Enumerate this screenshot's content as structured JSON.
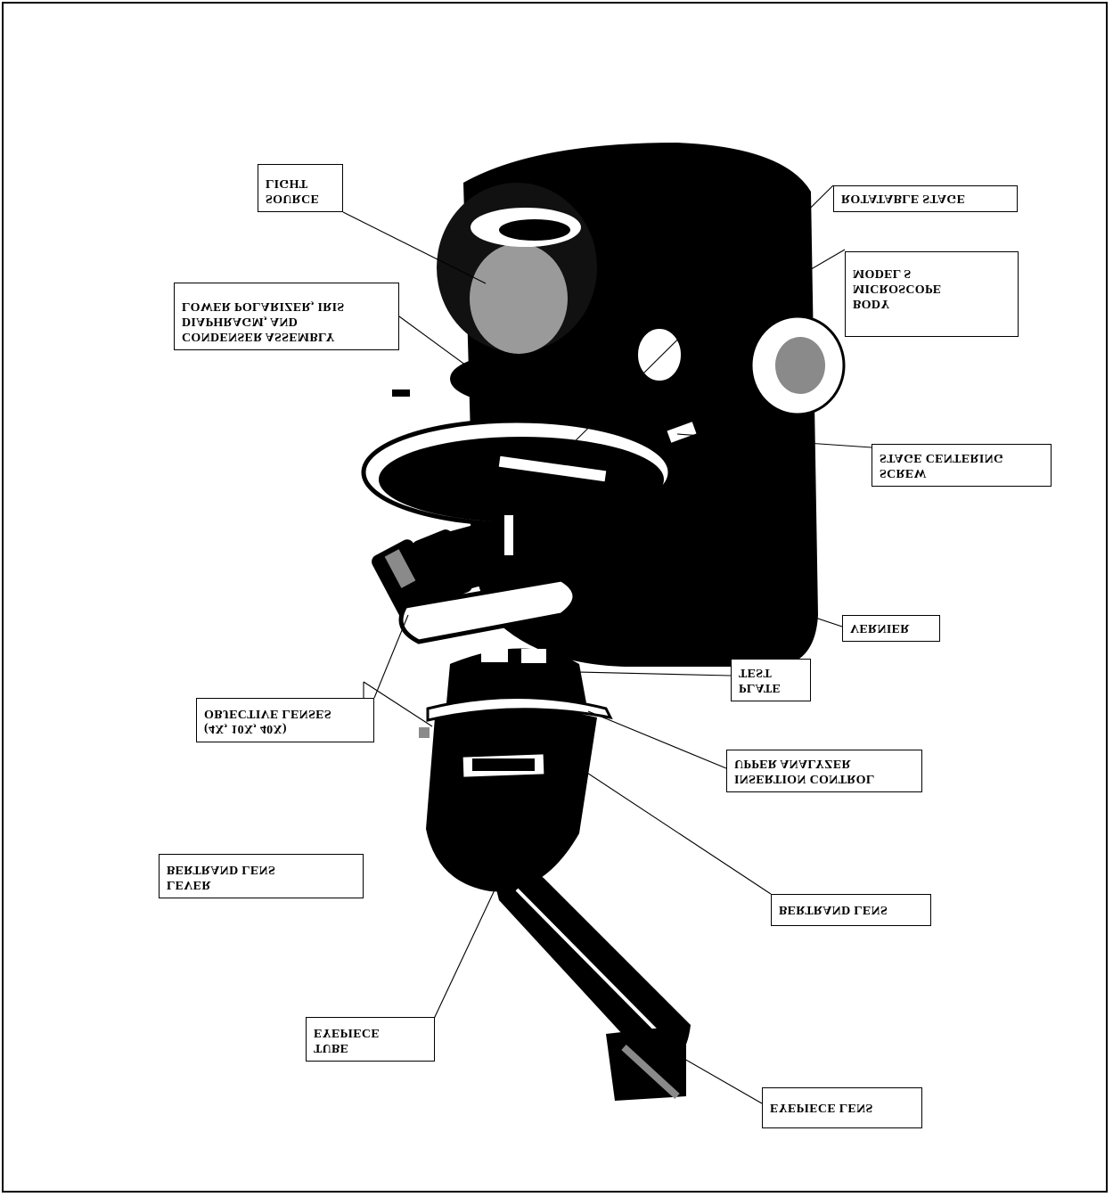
{
  "diagram": {
    "title": "",
    "labels": {
      "light_source": [
        "SOURCE",
        "LIGHT"
      ],
      "rotatable_stage": [
        "ROTATABLE STAGE"
      ],
      "condenser_assembly": [
        "CONDENSER ASSEMBLY",
        "DIAPHRAGM, AND",
        "LOWER POLARIZER, IRIS"
      ],
      "body": [
        "BODY",
        "MICROSCOPE",
        "MODEL S"
      ],
      "stage_centering_screw": [
        "SCREW",
        "STAGE CENTERING"
      ],
      "vernier": [
        "VERNIER"
      ],
      "test_plate": [
        "PLATE",
        "TEST"
      ],
      "objective_lenses": [
        "(4X, 10X, 40X)",
        "OBJECTIVE LENSES"
      ],
      "upper_analyzer": [
        "INSERTION CONTROL",
        "UPPER ANALYZER"
      ],
      "bertrand_lens_lever": [
        "LEVER",
        "BERTRAND LENS"
      ],
      "bertrand_lens": [
        "BERTRAND LENS"
      ],
      "eyepiece_tube": [
        "TUBE",
        "EYEPIECE"
      ],
      "eyepiece_lens": [
        "EYEPIECE LENS"
      ]
    },
    "colors": {
      "ink": "#000000",
      "paper": "#ffffff",
      "mid": "#8a8a8a"
    }
  }
}
